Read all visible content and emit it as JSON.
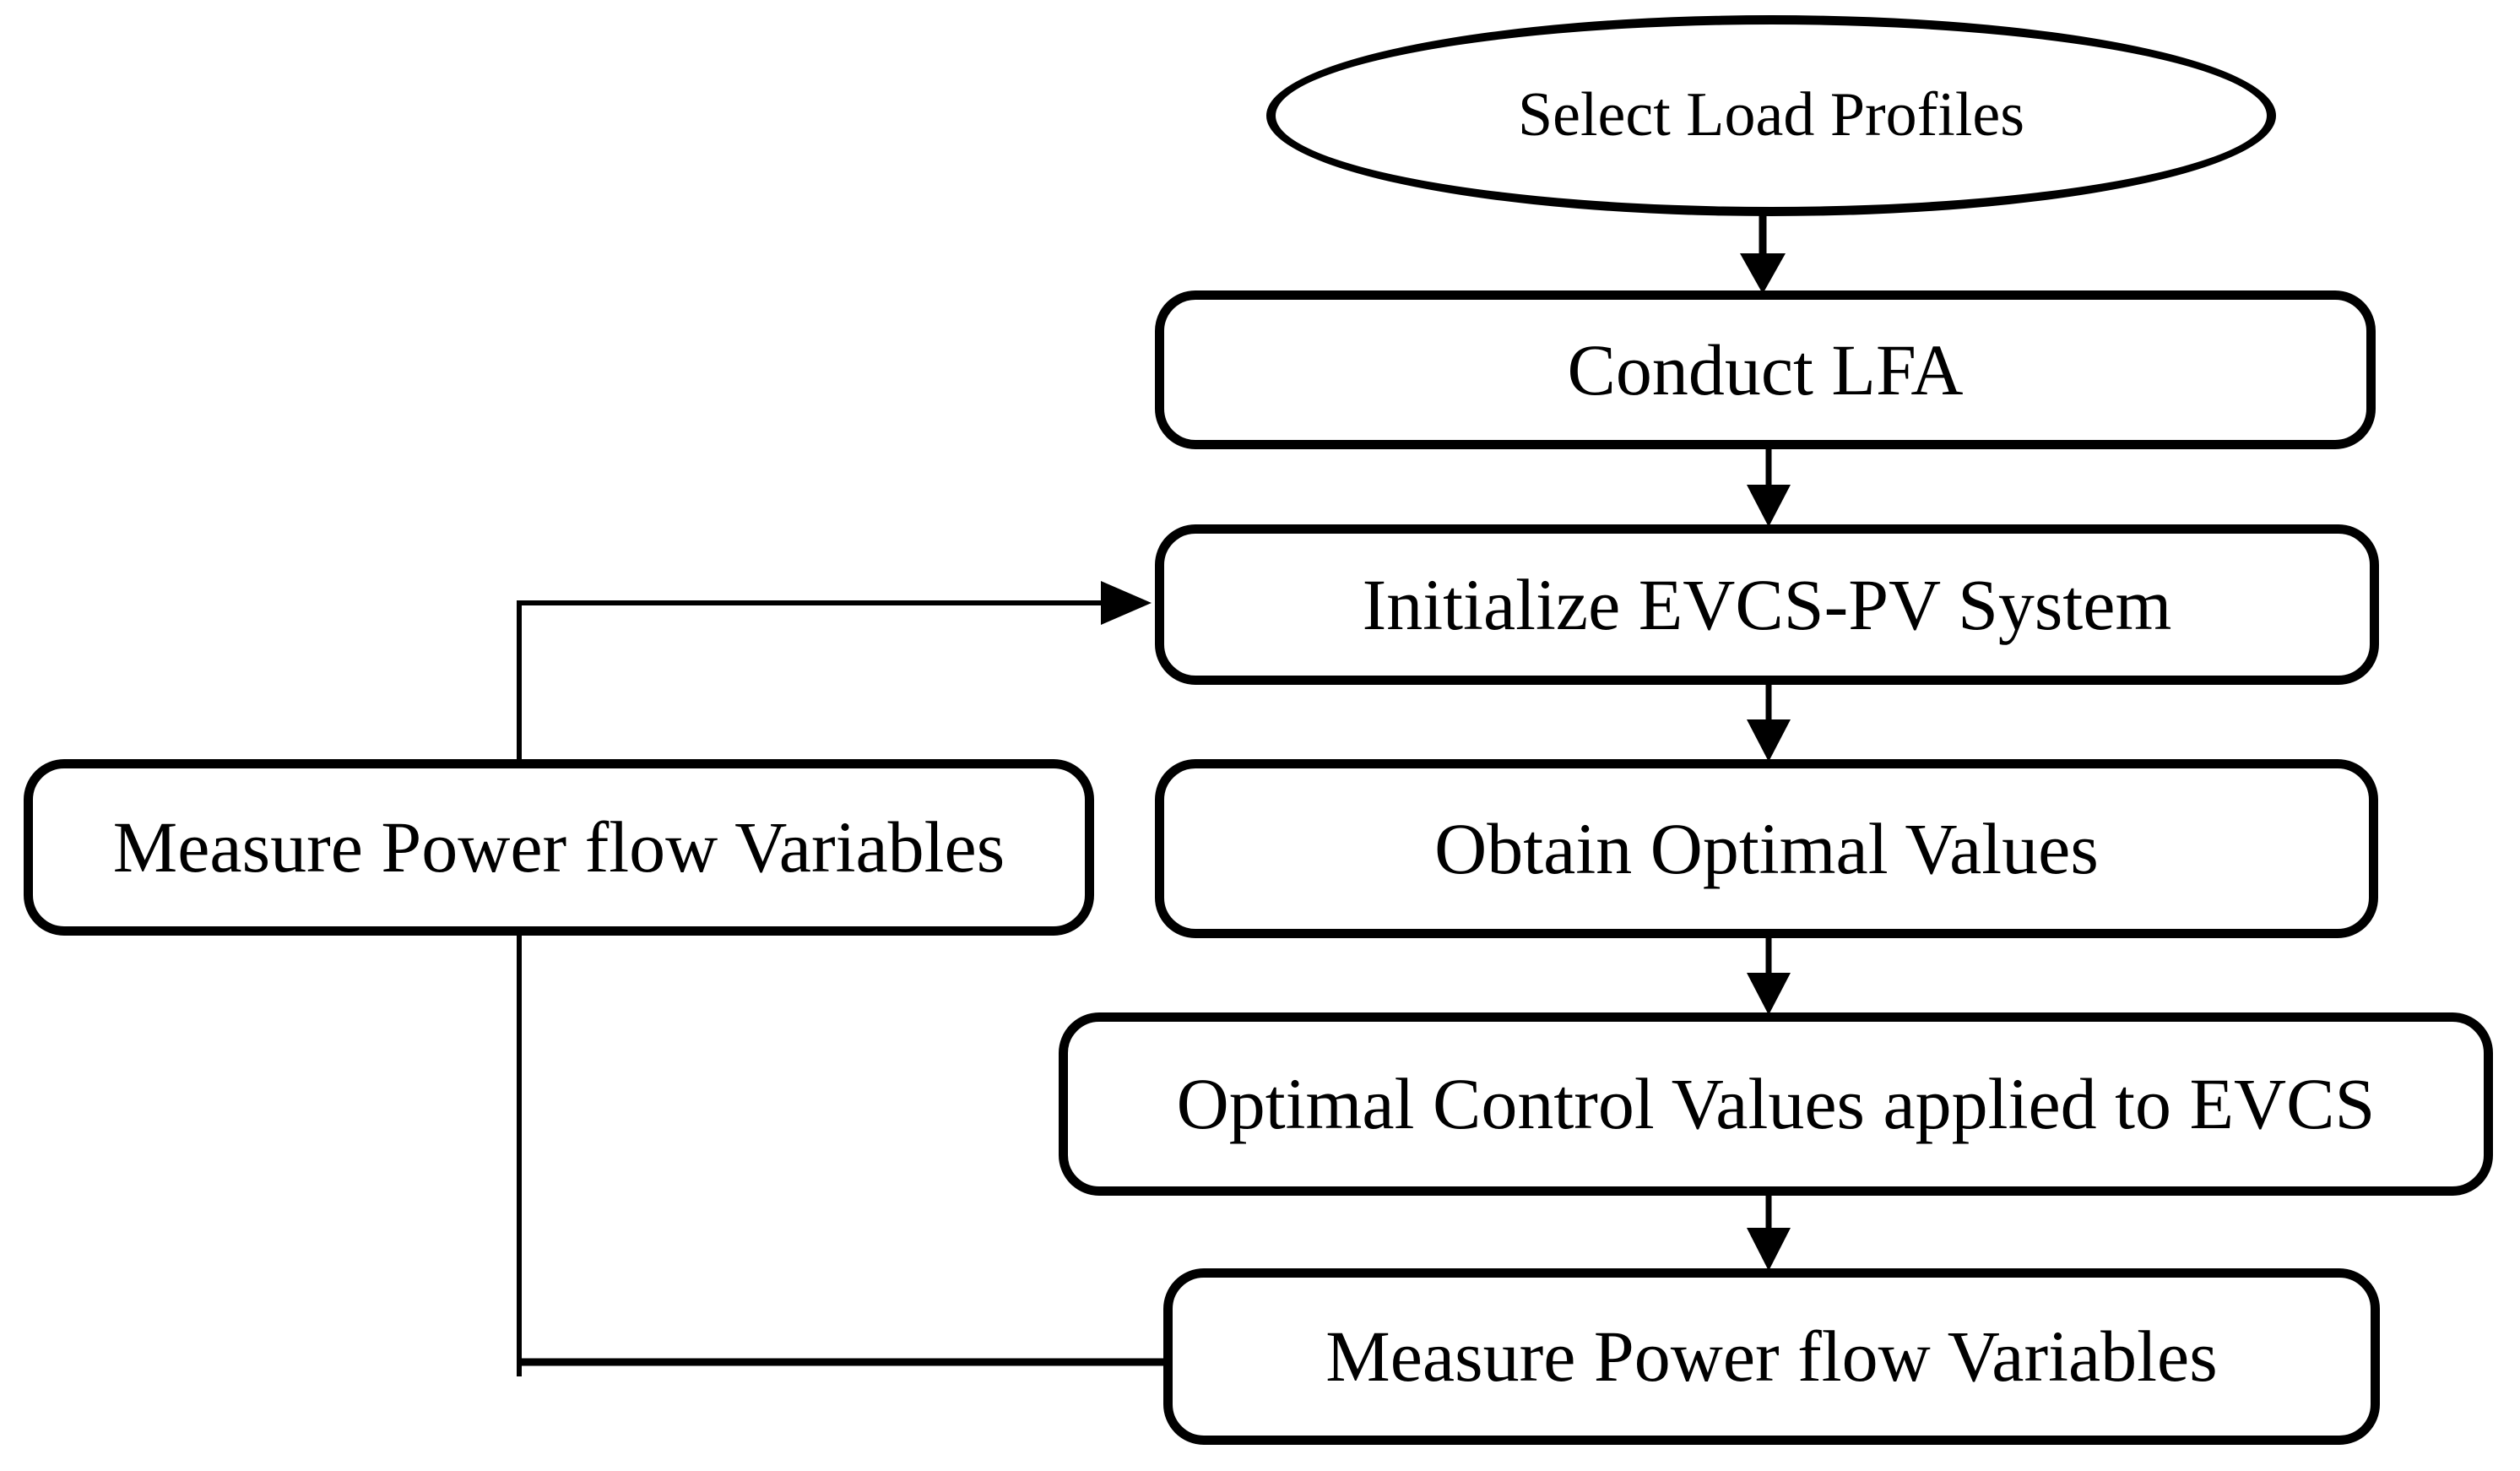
{
  "diagram": {
    "type": "flowchart",
    "background": "#ffffff",
    "stroke_color": "#000000",
    "text_color": "#000000",
    "node_fill": "#ffffff",
    "nodes": {
      "select_load_profiles": {
        "label": "Select Load Profiles",
        "shape": "ellipse"
      },
      "conduct_lfa": {
        "label": "Conduct LFA",
        "shape": "rounded-rectangle"
      },
      "initialize_evcs_pv": {
        "label": "Initialize EVCS-PV System",
        "shape": "rounded-rectangle"
      },
      "obtain_optimal_values": {
        "label": "Obtain Optimal Values",
        "shape": "rounded-rectangle"
      },
      "optimal_control_applied": {
        "label": "Optimal Control Values applied to EVCS",
        "shape": "rounded-rectangle"
      },
      "measure_power_flow_left": {
        "label": "Measure Power flow Variables",
        "shape": "rounded-rectangle"
      },
      "measure_power_flow_bottom": {
        "label": "Measure Power flow Variables",
        "shape": "rounded-rectangle"
      }
    },
    "edges": [
      {
        "from": "select_load_profiles",
        "to": "conduct_lfa",
        "type": "arrow-down"
      },
      {
        "from": "conduct_lfa",
        "to": "initialize_evcs_pv",
        "type": "arrow-down"
      },
      {
        "from": "initialize_evcs_pv",
        "to": "obtain_optimal_values",
        "type": "arrow-down"
      },
      {
        "from": "obtain_optimal_values",
        "to": "optimal_control_applied",
        "type": "arrow-down"
      },
      {
        "from": "optimal_control_applied",
        "to": "measure_power_flow_bottom",
        "type": "arrow-down"
      },
      {
        "from": "measure_power_flow_bottom",
        "to": "initialize_evcs_pv",
        "via": "measure_power_flow_left",
        "type": "feedback-arrow"
      }
    ]
  }
}
